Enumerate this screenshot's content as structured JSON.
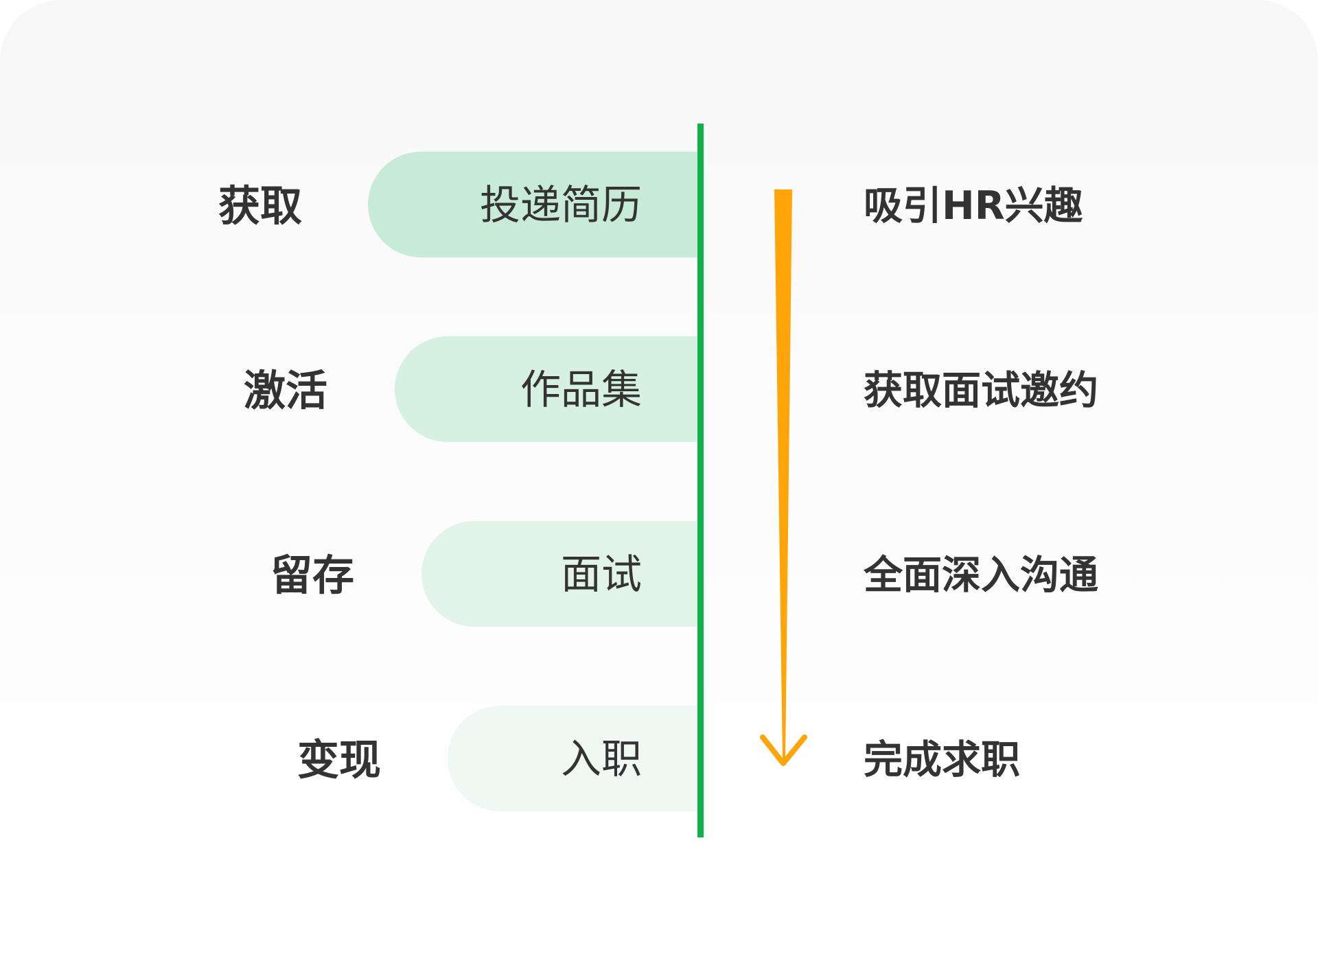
{
  "stages": [
    {
      "stage": "获取",
      "action": "投递简历",
      "outcome": "吸引HR兴趣"
    },
    {
      "stage": "激活",
      "action": "作品集",
      "outcome": "获取面试邀约"
    },
    {
      "stage": "留存",
      "action": "面试",
      "outcome": "全面深入沟通"
    },
    {
      "stage": "变现",
      "action": "入职",
      "outcome": "完成求职"
    }
  ],
  "colors": {
    "pill_1": "#c8ebd8",
    "pill_2": "#d6f0e1",
    "pill_3": "#e2f4ea",
    "pill_4": "#eff8f3",
    "divider": "#0fb14a",
    "arrow": "#ffa50a",
    "text": "#333333"
  }
}
